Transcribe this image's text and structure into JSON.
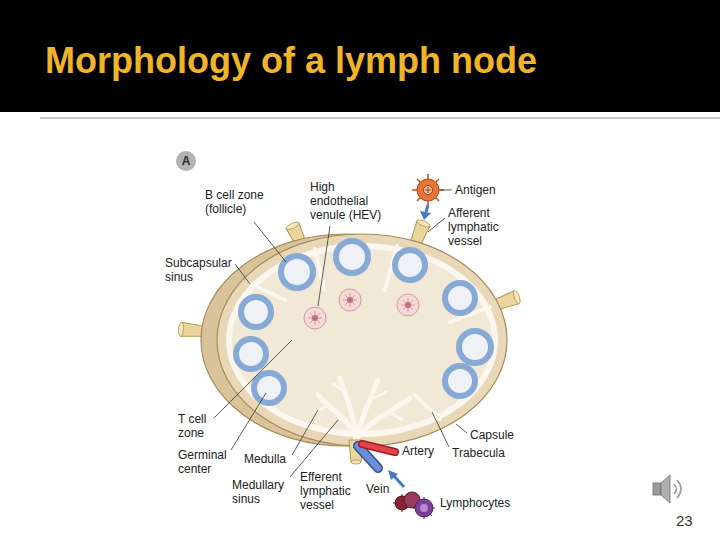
{
  "diagram": {
    "title": "Morphology of a lymph node",
    "nodes": [
      {
        "text": [
          "A"
        ]
      }
    ],
    "labels": [
      "B cell zone (follicle)",
      "High endothelial venule (HEV)",
      "Antigen",
      "Afferent lymphatic vessel",
      "Subcapsular sinus",
      "T cell zone",
      "Germinal center",
      "Medulla",
      "Medullary sinus",
      "Efferent lymphatic vessel",
      "Artery",
      "Vein",
      "Capsule",
      "Trabecula",
      "Lymphocytes",
      "23"
    ]
  }
}
